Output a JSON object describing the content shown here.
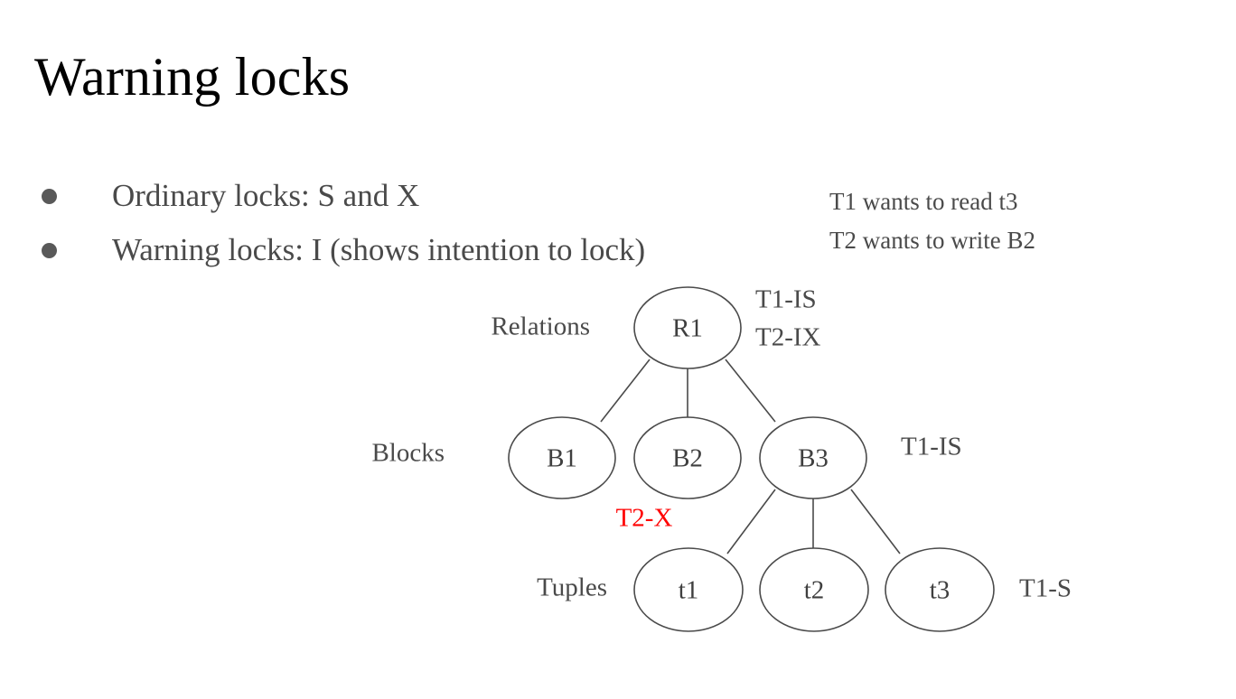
{
  "slide": {
    "title": "Warning locks",
    "background_color": "#ffffff",
    "text_color": "#4a4a4a",
    "highlight_color": "#ff0000"
  },
  "bullets": [
    {
      "marker": "bullet-dot",
      "text": "Ordinary locks: S and X"
    },
    {
      "marker": "bullet-dot",
      "text": "Warning locks: I (shows intention to lock)"
    }
  ],
  "side_note": {
    "line1": "T1 wants to read t3",
    "line2": "T2 wants to write B2"
  },
  "diagram": {
    "tiers": [
      {
        "label": "Relations"
      },
      {
        "label": "Blocks"
      },
      {
        "label": "Tuples"
      }
    ],
    "nodes": [
      {
        "id": "R1",
        "label": "R1",
        "tier": "Relations"
      },
      {
        "id": "B1",
        "label": "B1",
        "tier": "Blocks"
      },
      {
        "id": "B2",
        "label": "B2",
        "tier": "Blocks"
      },
      {
        "id": "B3",
        "label": "B3",
        "tier": "Blocks"
      },
      {
        "id": "t1",
        "label": "t1",
        "tier": "Tuples"
      },
      {
        "id": "t2",
        "label": "t2",
        "tier": "Tuples"
      },
      {
        "id": "t3",
        "label": "t3",
        "tier": "Tuples"
      }
    ],
    "edges": [
      {
        "from": "R1",
        "to": "B1"
      },
      {
        "from": "R1",
        "to": "B2"
      },
      {
        "from": "R1",
        "to": "B3"
      },
      {
        "from": "B3",
        "to": "t1"
      },
      {
        "from": "B3",
        "to": "t2"
      },
      {
        "from": "B3",
        "to": "t3"
      }
    ],
    "lock_labels": [
      {
        "id": "r1-t1-is",
        "text": "T1-IS",
        "attached_to": "R1",
        "color": "#4a4a4a"
      },
      {
        "id": "r1-t2-ix",
        "text": "T2-IX",
        "attached_to": "R1",
        "color": "#4a4a4a"
      },
      {
        "id": "b3-t1-is",
        "text": "T1-IS",
        "attached_to": "B3",
        "color": "#4a4a4a"
      },
      {
        "id": "b2-t2-x",
        "text": "T2-X",
        "attached_to": "B2",
        "color": "#ff0000"
      },
      {
        "id": "t3-t1-s",
        "text": "T1-S",
        "attached_to": "t3",
        "color": "#4a4a4a"
      }
    ]
  }
}
